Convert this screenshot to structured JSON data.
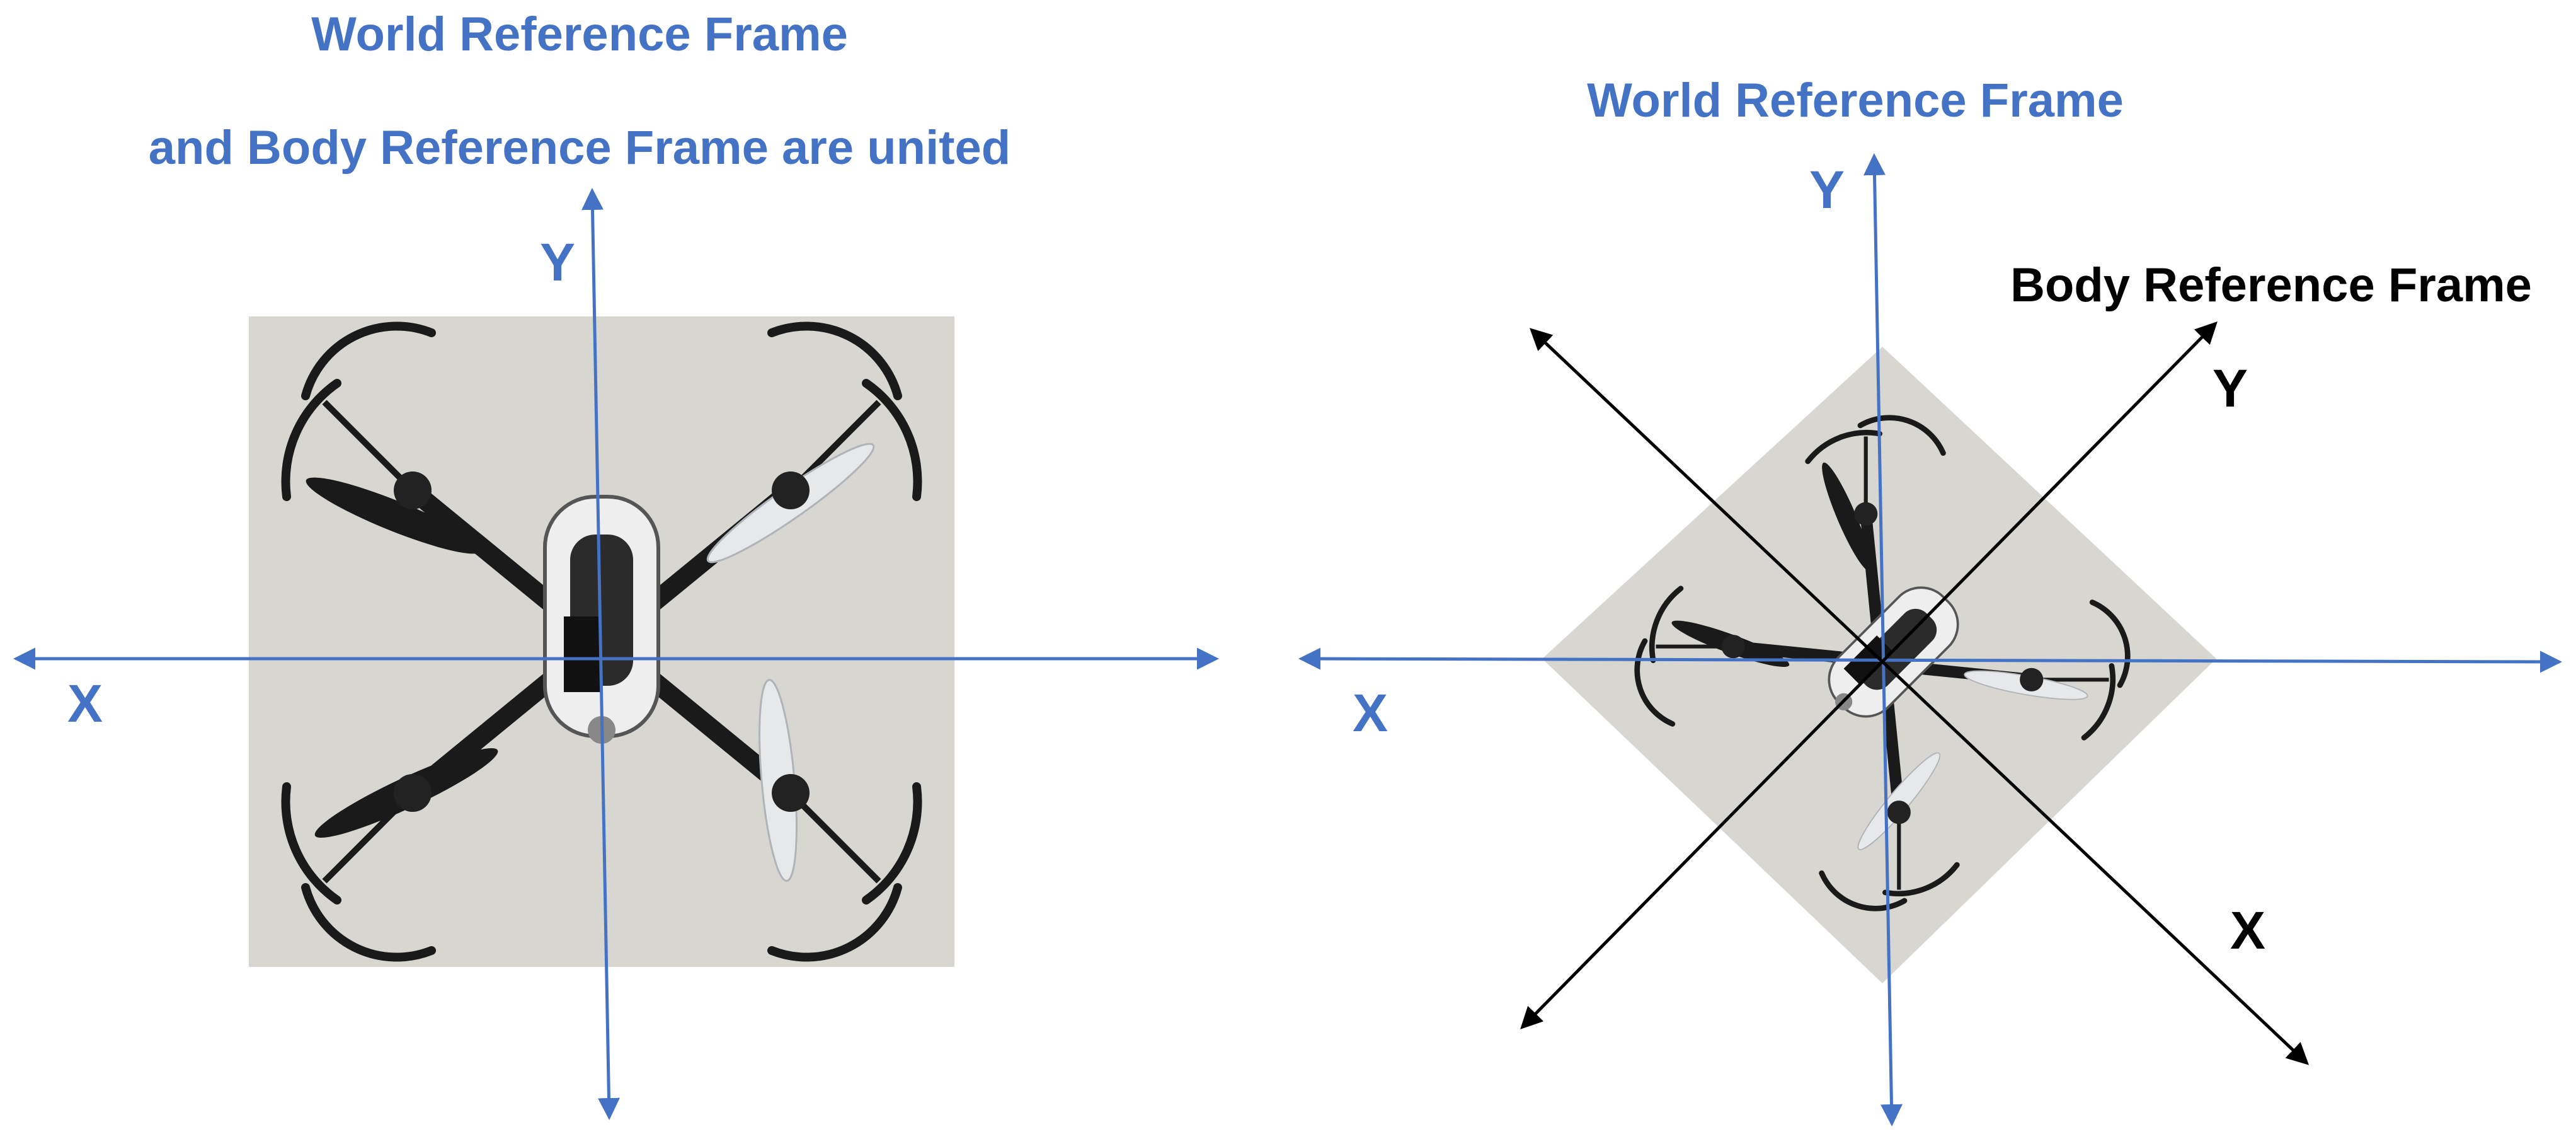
{
  "colors": {
    "world_axis": "#4472C4",
    "body_axis": "#000000",
    "background": "#FFFFFF",
    "photo_background": "#D8D6D0",
    "drone_frame": "#1A1A1A",
    "propeller": "#E6E8EA",
    "drone_body": "#EEEEEE"
  },
  "left_panel": {
    "title_line1": "World Reference Frame",
    "title_line2": "and Body Reference Frame are united",
    "axis_x_label": "X",
    "axis_y_label": "Y"
  },
  "right_panel": {
    "world_title": "World Reference Frame",
    "world_x_label": "X",
    "world_y_label": "Y",
    "body_title": "Body Reference Frame",
    "body_x_label": "X",
    "body_y_label": "Y"
  }
}
